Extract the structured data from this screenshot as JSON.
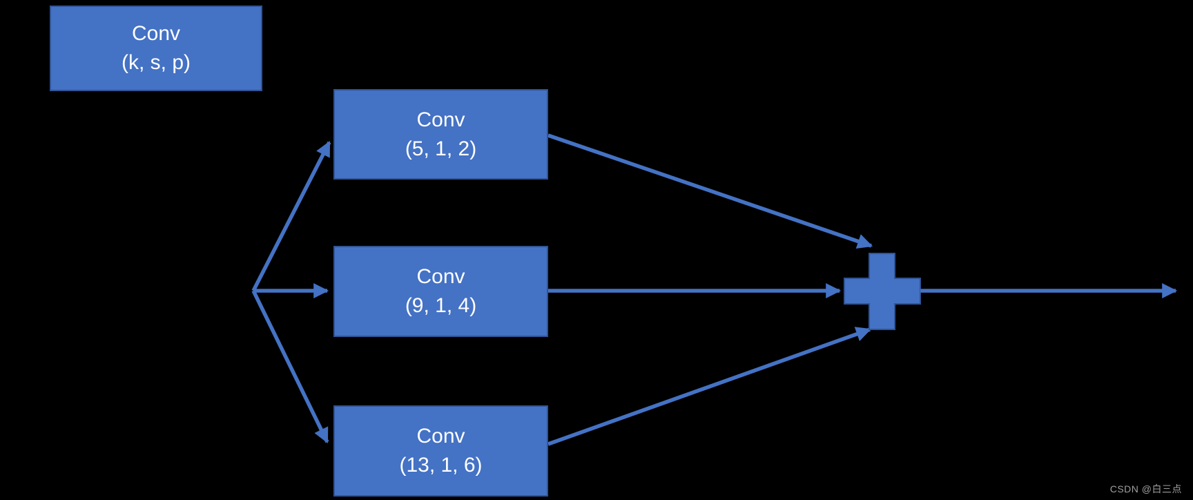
{
  "diagram": {
    "legend_node": {
      "title": "Conv",
      "params": "(k, s, p)"
    },
    "branch_nodes": [
      {
        "title": "Conv",
        "params": "(5, 1, 2)"
      },
      {
        "title": "Conv",
        "params": "(9, 1, 4)"
      },
      {
        "title": "Conv",
        "params": "(13, 1, 6)"
      }
    ],
    "junction_symbol": "plus",
    "colors": {
      "node_fill": "#4472C4",
      "node_border": "#2F5496",
      "arrow": "#4472C4",
      "text": "#FFFFFF",
      "background": "#000000",
      "watermark": "#A0A0A0"
    }
  },
  "watermark": {
    "text": "CSDN @白三点"
  }
}
